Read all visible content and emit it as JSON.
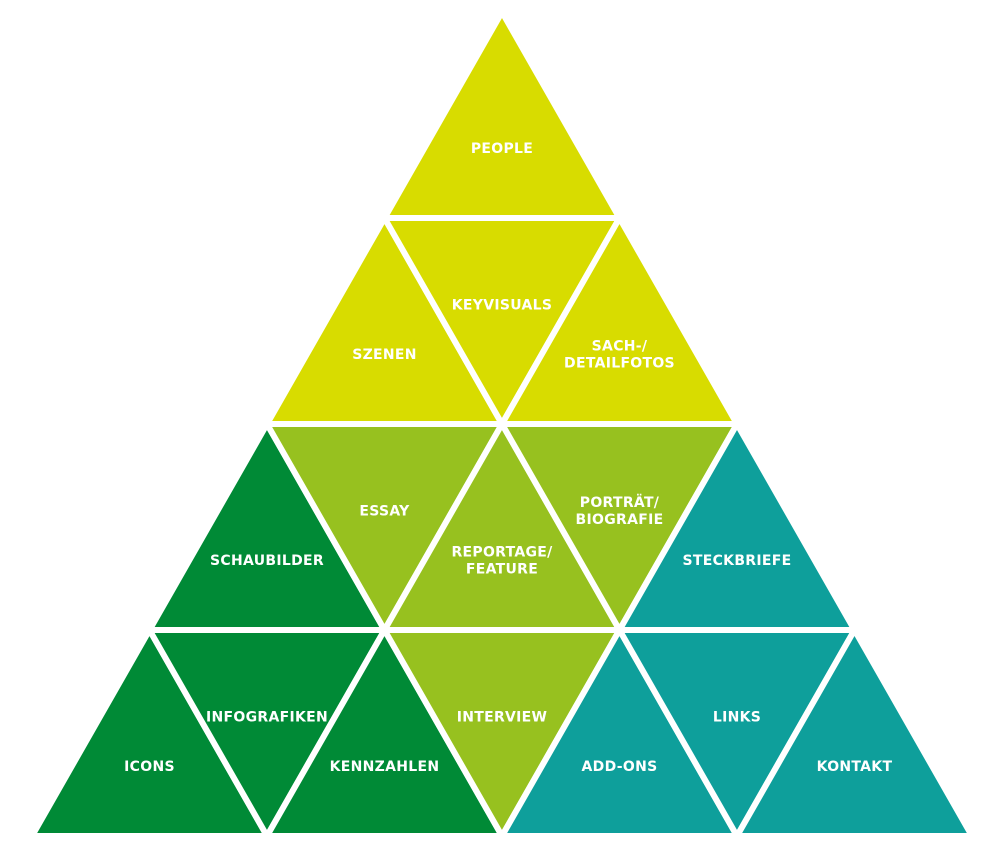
{
  "colors": {
    "yellow": "#d8dc00",
    "lime": "#97c11f",
    "green": "#008a36",
    "teal": "#0e9f9b",
    "gap": "#ffffff",
    "text": "#ffffff"
  },
  "pyramid": {
    "rows": 4,
    "tiles": [
      {
        "id": "people",
        "row": 0,
        "col": 0,
        "color": "yellow",
        "lines": [
          "PEOPLE"
        ]
      },
      {
        "id": "szenen",
        "row": 1,
        "col": 0,
        "color": "yellow",
        "lines": [
          "SZENEN"
        ]
      },
      {
        "id": "keyvisuals",
        "row": 1,
        "col": 1,
        "color": "yellow",
        "lines": [
          "KEYVISUALS"
        ]
      },
      {
        "id": "sach-detailfotos",
        "row": 1,
        "col": 2,
        "color": "yellow",
        "lines": [
          "SACH-/",
          "DETAILFOTOS"
        ]
      },
      {
        "id": "schaubilder",
        "row": 2,
        "col": 0,
        "color": "green",
        "lines": [
          "SCHAUBILDER"
        ]
      },
      {
        "id": "essay",
        "row": 2,
        "col": 1,
        "color": "lime",
        "lines": [
          "ESSAY"
        ]
      },
      {
        "id": "reportage-feature",
        "row": 2,
        "col": 2,
        "color": "lime",
        "lines": [
          "REPORTAGE/",
          "FEATURE"
        ]
      },
      {
        "id": "portraet-biografie",
        "row": 2,
        "col": 3,
        "color": "lime",
        "lines": [
          "PORTRÄT/",
          "BIOGRAFIE"
        ]
      },
      {
        "id": "steckbriefe",
        "row": 2,
        "col": 4,
        "color": "teal",
        "lines": [
          "STECKBRIEFE"
        ]
      },
      {
        "id": "icons",
        "row": 3,
        "col": 0,
        "color": "green",
        "lines": [
          "ICONS"
        ]
      },
      {
        "id": "infografiken",
        "row": 3,
        "col": 1,
        "color": "green",
        "lines": [
          "INFOGRAFIKEN"
        ]
      },
      {
        "id": "kennzahlen",
        "row": 3,
        "col": 2,
        "color": "green",
        "lines": [
          "KENNZAHLEN"
        ]
      },
      {
        "id": "interview",
        "row": 3,
        "col": 3,
        "color": "lime",
        "lines": [
          "INTERVIEW"
        ]
      },
      {
        "id": "add-ons",
        "row": 3,
        "col": 4,
        "color": "teal",
        "lines": [
          "ADD-ONS"
        ]
      },
      {
        "id": "links",
        "row": 3,
        "col": 5,
        "color": "teal",
        "lines": [
          "LINKS"
        ]
      },
      {
        "id": "kontakt",
        "row": 3,
        "col": 6,
        "color": "teal",
        "lines": [
          "KONTAKT"
        ]
      }
    ]
  }
}
